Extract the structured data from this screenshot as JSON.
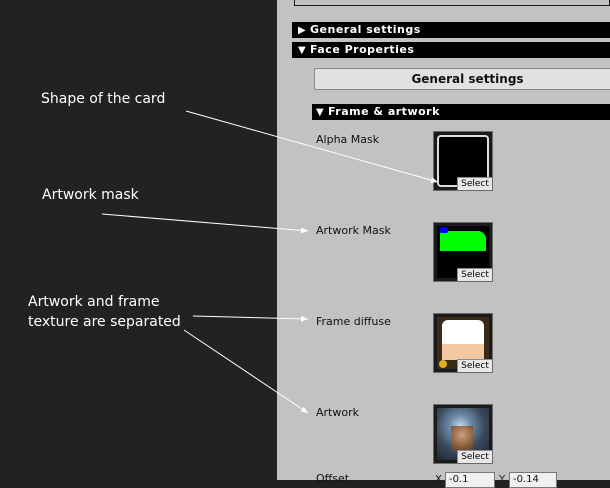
{
  "annotations": [
    {
      "id": "shape",
      "text": "Shape of the card"
    },
    {
      "id": "artwork-mask",
      "text": "Artwork mask"
    },
    {
      "id": "separated",
      "line1": "Artwork and frame",
      "line2": "texture are separated"
    }
  ],
  "inspector": {
    "foldouts": {
      "general": {
        "arrow": "▶",
        "label": "General settings"
      },
      "face": {
        "arrow": "▼",
        "label": "Face Properties"
      },
      "frame": {
        "arrow": "▼",
        "label": "Frame & artwork"
      }
    },
    "general_button_label": "General settings",
    "properties": [
      {
        "label": "Alpha Mask",
        "select_label": "Select"
      },
      {
        "label": "Artwork Mask",
        "select_label": "Select"
      },
      {
        "label": "Frame diffuse",
        "select_label": "Select"
      },
      {
        "label": "Artwork",
        "select_label": "Select"
      }
    ],
    "offset": {
      "label": "Offset",
      "x_label": "X",
      "x_value": "-0.1",
      "y_label": "Y",
      "y_value": "-0.14"
    }
  },
  "colors": {
    "background": "#222222",
    "inspector_bg": "#c2c2c2",
    "foldout_bg": "#000000",
    "artwork_mask_green": "#00ff00",
    "artwork_mask_blue": "#0000ff"
  }
}
